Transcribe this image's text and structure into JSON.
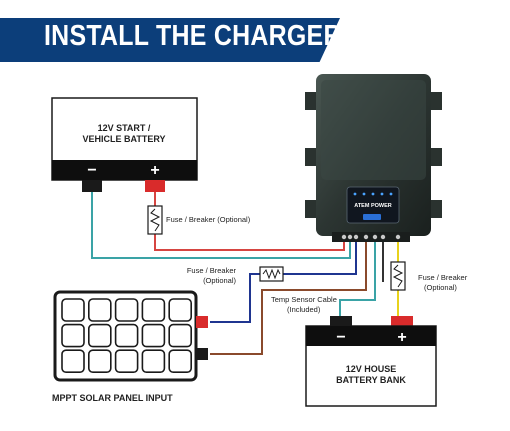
{
  "header": {
    "title": "INSTALL THE CHARGER"
  },
  "start_battery": {
    "label_line1": "12V START /",
    "label_line2": "VEHICLE BATTERY",
    "neg_symbol": "−",
    "pos_symbol": "+"
  },
  "fuse_start": {
    "label": "Fuse / Breaker (Optional)"
  },
  "fuse_solar": {
    "label_line1": "Fuse / Breaker",
    "label_line2": "(Optional)"
  },
  "fuse_house": {
    "label_line1": "Fuse / Breaker",
    "label_line2": "(Optional)"
  },
  "temp_sensor": {
    "label_line1": "Temp Sensor Cable",
    "label_line2": "(Included)"
  },
  "house_battery": {
    "label_line1": "12V HOUSE",
    "label_line2": "BATTERY BANK",
    "neg_symbol": "−",
    "pos_symbol": "+"
  },
  "solar_panel": {
    "label": "MPPT SOLAR PANEL INPUT"
  },
  "charger": {
    "brand": "ATEM POWER"
  },
  "colors": {
    "banner": "#0c3e7a",
    "wire_teal": "#3aa3a6",
    "wire_red": "#d64541",
    "wire_navy": "#1f3590",
    "wire_brown": "#8a4a2c",
    "wire_yellow": "#e8d21c",
    "terminal_red": "#d92b2b",
    "charger_body": "#2f3a36"
  }
}
